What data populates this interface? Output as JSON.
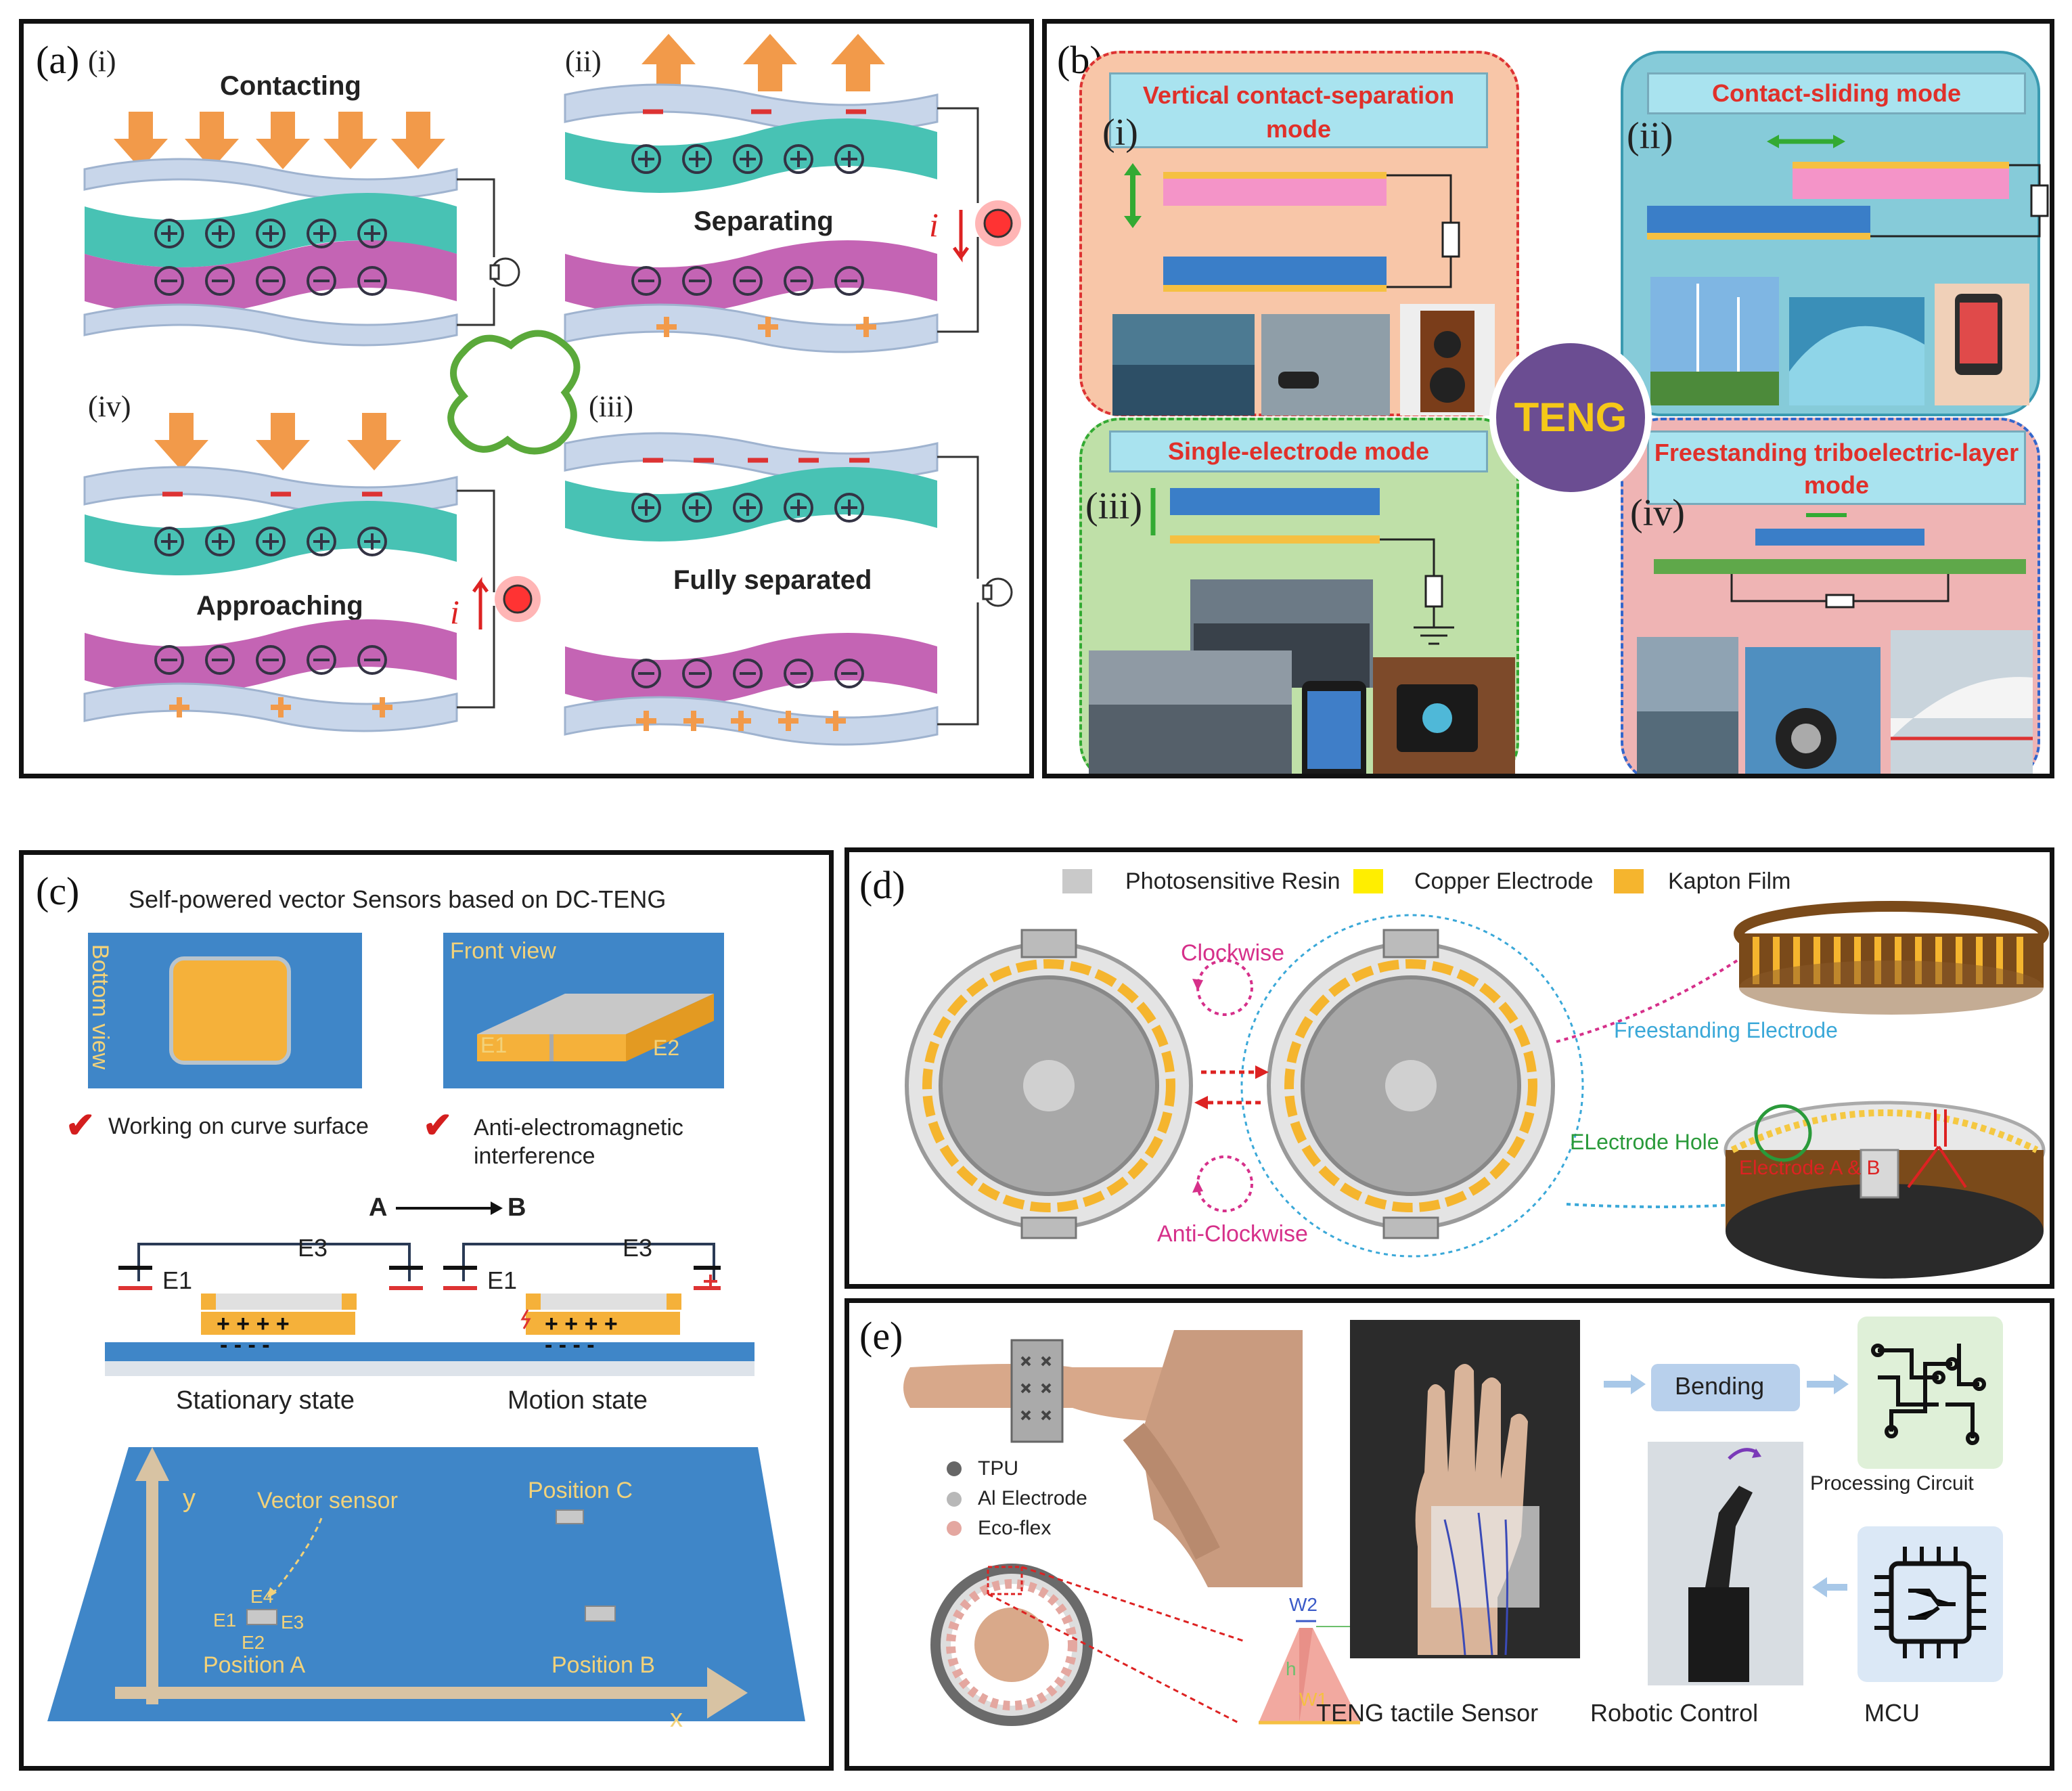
{
  "panel_a": {
    "label": "(a)",
    "stages": [
      {
        "numeral": "(i)",
        "title": "Contacting"
      },
      {
        "numeral": "(ii)",
        "title": "Separating"
      },
      {
        "numeral": "(iii)",
        "title": "Fully separated"
      },
      {
        "numeral": "(iv)",
        "title": "Approaching"
      }
    ],
    "current_symbol": "i",
    "colors": {
      "positive_layer": "#48c2b4",
      "negative_layer": "#c464b4",
      "electrode": "#c8d6ea",
      "arrow": "#f29a4a",
      "current": "#d22"
    }
  },
  "panel_b": {
    "label": "(b)",
    "center": "TENG",
    "modes": [
      {
        "numeral": "(i)",
        "title": "Vertical contact-separation mode",
        "bg": "#f8c6a8",
        "border": "#d33"
      },
      {
        "numeral": "(ii)",
        "title": "Contact-sliding mode",
        "bg": "#86cbd9",
        "border": "#3a9ab0"
      },
      {
        "numeral": "(iii)",
        "title": "Single-electrode mode",
        "bg": "#bfe0a8",
        "border": "#3a3"
      },
      {
        "numeral": "(iv)",
        "title": "Freestanding triboelectric-layer mode",
        "bg": "#efb4b4",
        "border": "#36c"
      }
    ],
    "center_color": "#6b4d92",
    "title_color": "#e0302a"
  },
  "panel_c": {
    "label": "(c)",
    "title": "Self-powered vector Sensors based on DC-TENG",
    "bottom_view": "Bottom view",
    "front_view": "Front view",
    "front_labels": [
      "E1",
      "E2"
    ],
    "features": [
      "Working on curve surface",
      "Anti-electromagnetic interference"
    ],
    "transition_from": "A",
    "transition_to": "B",
    "states": [
      "Stationary state",
      "Motion  state"
    ],
    "electrodes": [
      "E1",
      "E3"
    ],
    "plane": {
      "axis_x": "x",
      "axis_y": "y",
      "vector_sensor": "Vector sensor",
      "position_a": "Position A",
      "position_b": "Position B",
      "position_c": "Position C",
      "sensor_electrodes": [
        "E1",
        "E2",
        "E3",
        "E4"
      ]
    },
    "colors": {
      "blue": "#3f86c8",
      "orange": "#f5b13a",
      "label": "#f2d27a"
    }
  },
  "panel_d": {
    "label": "(d)",
    "legend": [
      {
        "name": "Photosensitive Resin",
        "color": "#c9c9c9"
      },
      {
        "name": "Copper Electrode",
        "color": "#ffee00"
      },
      {
        "name": "Kapton Film",
        "color": "#f5b52e"
      }
    ],
    "clockwise": "Clockwise",
    "anticlockwise": "Anti-Clockwise",
    "freestanding": "Freestanding Electrode",
    "hole": "ELectrode Hole",
    "electrodes": "Electrode A  &  B"
  },
  "panel_e": {
    "label": "(e)",
    "legend": [
      {
        "name": "TPU",
        "color": "#666666"
      },
      {
        "name": "Al Electrode",
        "color": "#b8b8b8"
      },
      {
        "name": "Eco-flex",
        "color": "#e4a7a0"
      }
    ],
    "dims": [
      "W2",
      "h",
      "W1"
    ],
    "sensor": "TENG tactile Sensor",
    "bending": "Bending",
    "processing": "Processing Circuit",
    "robotic": "Robotic Control",
    "mcu": "MCU"
  }
}
